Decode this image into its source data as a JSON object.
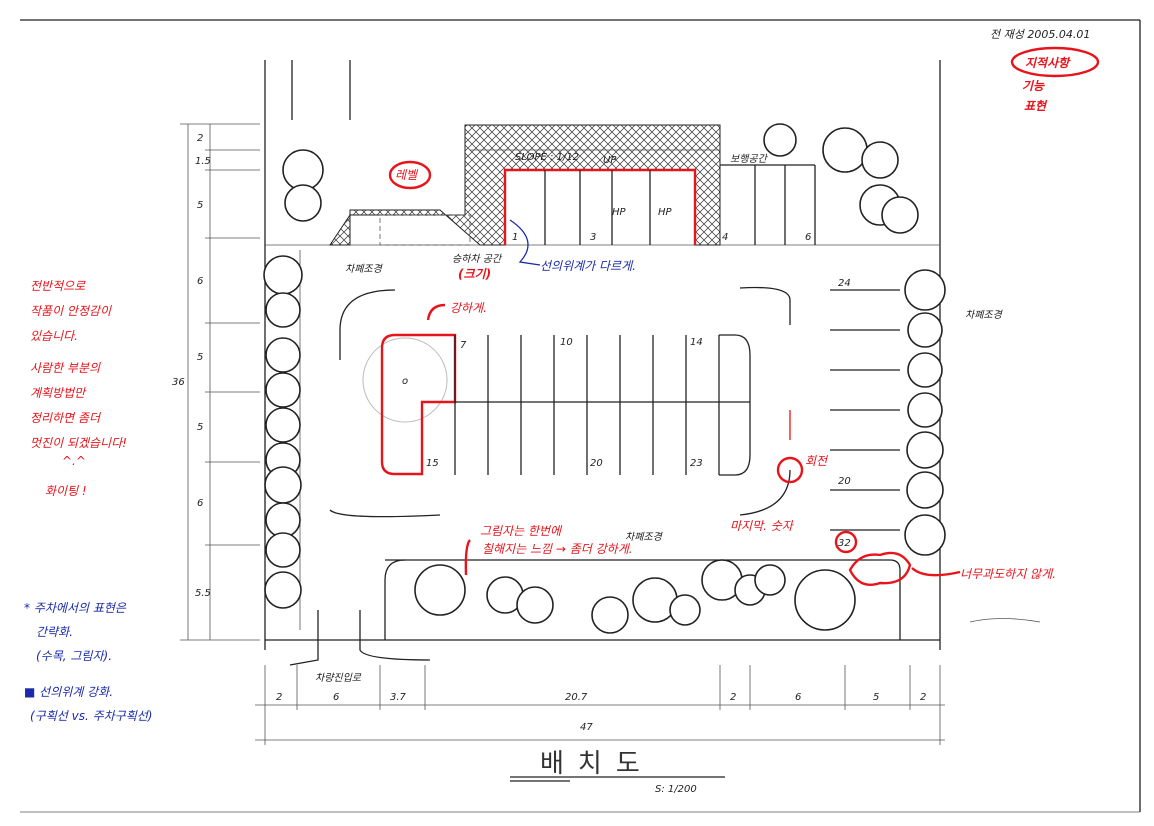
{
  "header": {
    "author_date": "전 재성 2005.04.01"
  },
  "critique_legend": {
    "title": "지적사항",
    "items": [
      "기능",
      "표현"
    ]
  },
  "drawing": {
    "title": "배치도",
    "scale": "S: 1/200",
    "labels": {
      "slope": "SLOPE : 1/12",
      "up": "UP",
      "hp1": "HP",
      "hp2": "HP",
      "screen_planting_1": "차폐조경",
      "screen_planting_2": "차폐조경",
      "screen_planting_3": "차폐조경",
      "pedestrian_space": "보행공간",
      "drop_off": "승하차 공간",
      "vehicle_entrance": "차량진입로"
    },
    "stall_numbers": [
      "1",
      "3",
      "4",
      "6",
      "7",
      "10",
      "14",
      "15",
      "20",
      "23",
      "24",
      "20",
      "32"
    ],
    "island_marker": "o",
    "dims_bottom": [
      "2",
      "6",
      "3.7",
      "20.7",
      "2",
      "6",
      "5",
      "2"
    ],
    "dim_total_bottom": "47",
    "dims_left": [
      "2",
      "1.5",
      "5",
      "6",
      "5",
      "5",
      "6",
      "5.5"
    ],
    "dim_total_left": "36"
  },
  "red_notes": {
    "level": "레벨",
    "size": "(크기)",
    "stronger": "강하게.",
    "rotate": "회전",
    "shadow_1": "그림자는 한번에",
    "shadow_2": "칠해지는 느낌 → 좀더 강하게.",
    "last_number": "마지막. 숫자",
    "not_excessive": "너무과도하지 않게.",
    "general": [
      "전반적으로",
      "작품이 안정감이",
      "있습니다.",
      "사람한 부분의",
      "계획방법만",
      "정리하면 좀더",
      "멋진이 되겠습니다!",
      "^.^",
      "화이팅 !"
    ]
  },
  "blue_notes": {
    "line_hierarchy_callout": "선의위계가 다르게.",
    "note1": [
      "* 주차에서의 표현은",
      "간략화.",
      "(수목, 그림자)."
    ],
    "note2": [
      "■ 선의위계 강화.",
      "(구획선 vs. 주차구획선)"
    ]
  },
  "colors": {
    "red": "#e8141b",
    "blue": "#1a2aa8",
    "ink": "#222222"
  }
}
